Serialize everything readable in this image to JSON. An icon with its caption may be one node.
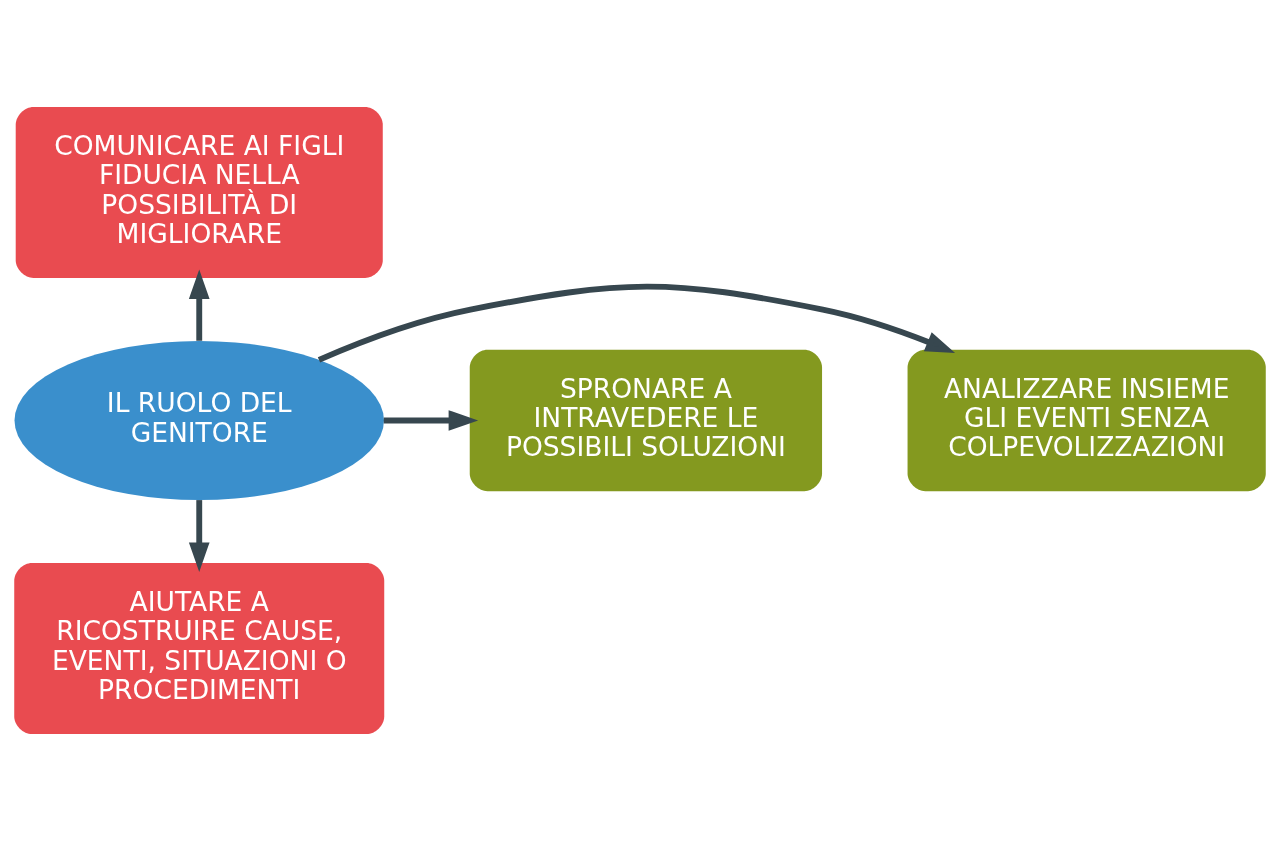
{
  "diagram": {
    "nodes": [
      {
        "text": [
          "IL RUOLO DEL GENITORE"
        ]
      },
      {
        "text": [
          "COMUNICARE AI FIGLI FIDUCIA NELLA POSSIBILITÀ DI MIGLIORARE"
        ]
      },
      {
        "text": [
          "ANALIZZARE INSIEME GLI EVENTI SENZA COLPEVOLIZZAZIONI"
        ]
      },
      {
        "text": [
          "SPRONARE A INTRAVEDERE LE POSSIBILI SOLUZIONI"
        ]
      },
      {
        "text": [
          "AIUTARE A RICOSTRUIRE CAUSE, EVENTI, SITUAZIONI O PROCEDIMENTI"
        ]
      }
    ],
    "edges": [
      {
        "from": 0,
        "to": 1,
        "arrow": "to"
      },
      {
        "from": 0,
        "to": 2,
        "arrow": "to"
      },
      {
        "from": 0,
        "to": 3,
        "arrow": "to"
      },
      {
        "from": 0,
        "to": 4,
        "arrow": "to"
      }
    ]
  }
}
